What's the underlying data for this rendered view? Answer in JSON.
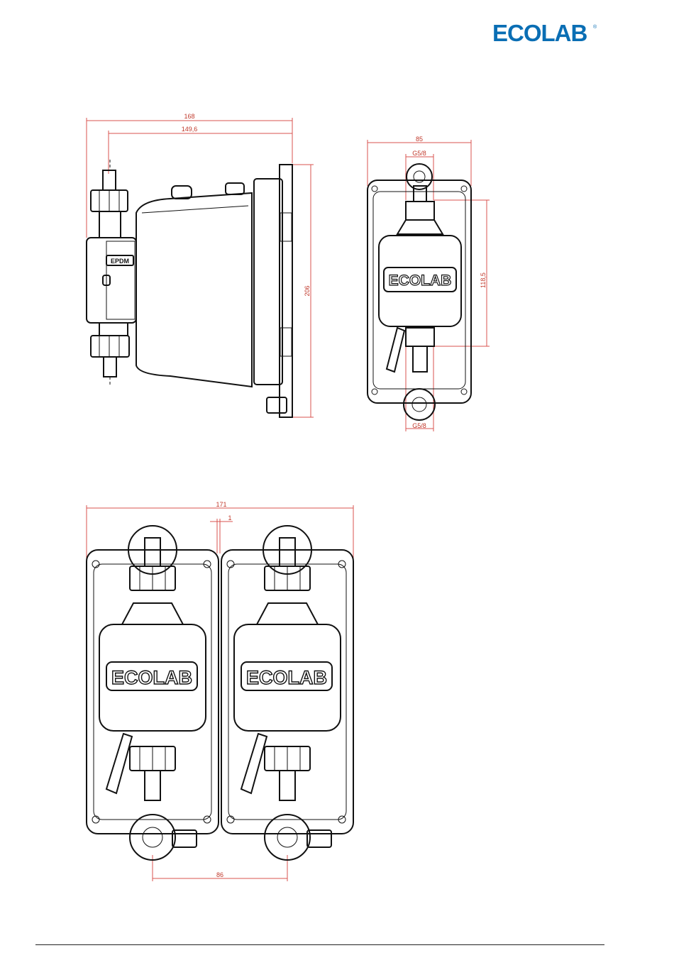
{
  "brand": {
    "logo_text": "ECOLAB",
    "color": "#0a6eb4",
    "registered_mark": "®"
  },
  "side_view": {
    "label_material": "EPDM",
    "dims": {
      "overall_length": "168",
      "inner_length": "149,6",
      "height": "206"
    }
  },
  "front_view": {
    "logo_text": "ECOLAB",
    "dims": {
      "width": "85",
      "top_thread": "G5/8",
      "port_spacing": "118,5",
      "bottom_thread": "G5/8"
    }
  },
  "double_view": {
    "logo_text": "ECOLAB",
    "dims": {
      "total_width": "171",
      "gap": "1",
      "mount_spacing": "86"
    }
  },
  "colors": {
    "dimension": "#d9534f",
    "line": "#111111"
  }
}
